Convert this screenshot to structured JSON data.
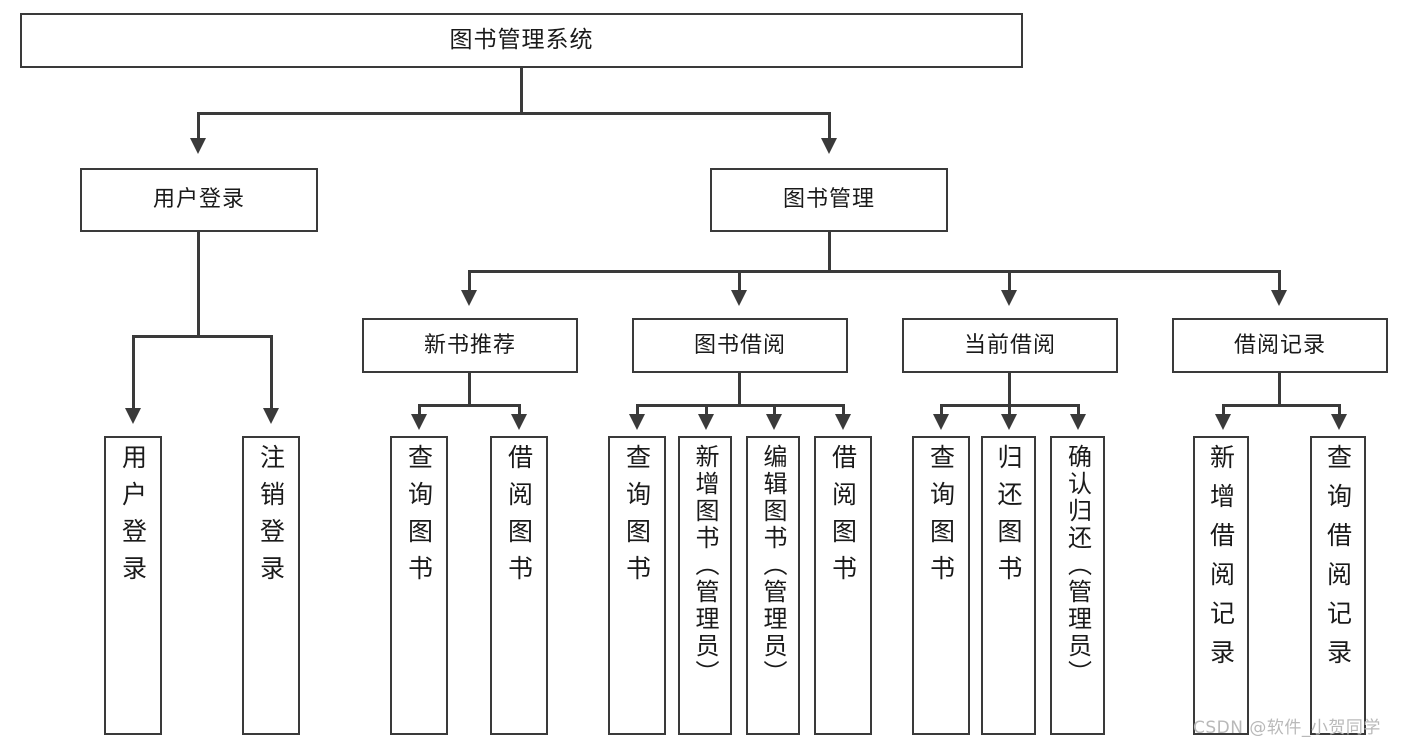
{
  "diagram": {
    "type": "tree-hierarchy-chart",
    "title": "图书管理系统",
    "orientation": "top-down",
    "colors": {
      "box_border": "#3a3a3a",
      "box_fill": "#ffffff",
      "connector": "#3a3a3a",
      "text": "#1a1a1a",
      "watermark": "#b9b9b9"
    },
    "levels": 4
  },
  "root": {
    "label": "图书管理系统"
  },
  "level2": [
    {
      "label": "用户登录"
    },
    {
      "label": "图书管理"
    }
  ],
  "level3": [
    {
      "label": "新书推荐"
    },
    {
      "label": "图书借阅"
    },
    {
      "label": "当前借阅"
    },
    {
      "label": "借阅记录"
    }
  ],
  "leaves": {
    "user_login": [
      {
        "label": "用户登录"
      },
      {
        "label": "注销登录"
      }
    ],
    "new_book_recommend": [
      {
        "label": "查询图书"
      },
      {
        "label": "借阅图书"
      }
    ],
    "book_borrow": [
      {
        "label": "查询图书"
      },
      {
        "label": "新增图书（管理员）"
      },
      {
        "label": "编辑图书（管理员）"
      },
      {
        "label": "借阅图书"
      }
    ],
    "current_borrow": [
      {
        "label": "查询图书"
      },
      {
        "label": "归还图书"
      },
      {
        "label": "确认归还（管理员）"
      }
    ],
    "borrow_record": [
      {
        "label": "新增借阅记录"
      },
      {
        "label": "查询借阅记录"
      }
    ]
  },
  "watermark": {
    "text": "CSDN @软件_小贺同学"
  }
}
